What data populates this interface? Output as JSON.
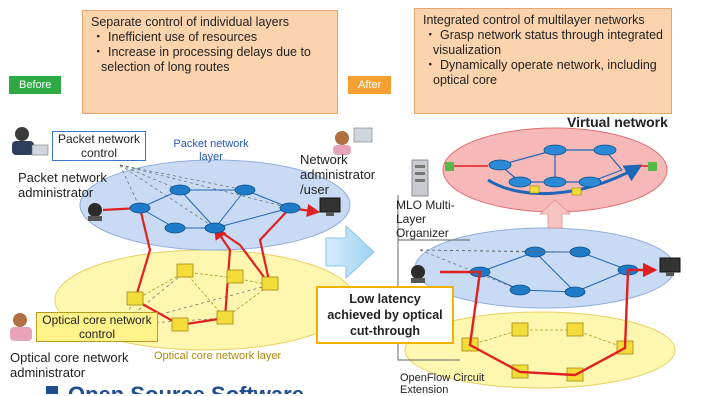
{
  "before_tag": "Before",
  "after_tag": "After",
  "callout_before": {
    "title": "Separate control of individual layers",
    "items": [
      "・ Inefficient use of resources",
      "・ Increase in processing delays due to selection of long routes"
    ]
  },
  "callout_after": {
    "title": "Integrated control of multilayer networks",
    "items": [
      "・ Grasp network status through integrated visualization",
      "・ Dynamically operate network, including optical core"
    ]
  },
  "left": {
    "packet_control_box": "Packet network control",
    "packet_admin": "Packet network administrator",
    "packet_layer": "Packet network layer",
    "optical_control_box": "Optical core network control",
    "optical_admin": "Optical core network administrator",
    "optical_layer": "Optical core network layer",
    "user": "Network administrator /user"
  },
  "right": {
    "virtual_network": "Virtual network",
    "mlo": "MLO Multi-Layer Organizer",
    "low_latency": "Low latency achieved by optical cut-through",
    "openflow": "OpenFlow Circuit Extension"
  },
  "footer_heading": "Open Source Software",
  "colors": {
    "before_tag": "#2eaa45",
    "after_tag": "#f5a030",
    "callout_fill": "#fbd3ad",
    "packet_layer": "#c9dbf4",
    "optical_layer": "#fff6b0",
    "virtual_layer": "#f7b8b8",
    "route": "#e02020",
    "router": "#1e7bc8"
  }
}
